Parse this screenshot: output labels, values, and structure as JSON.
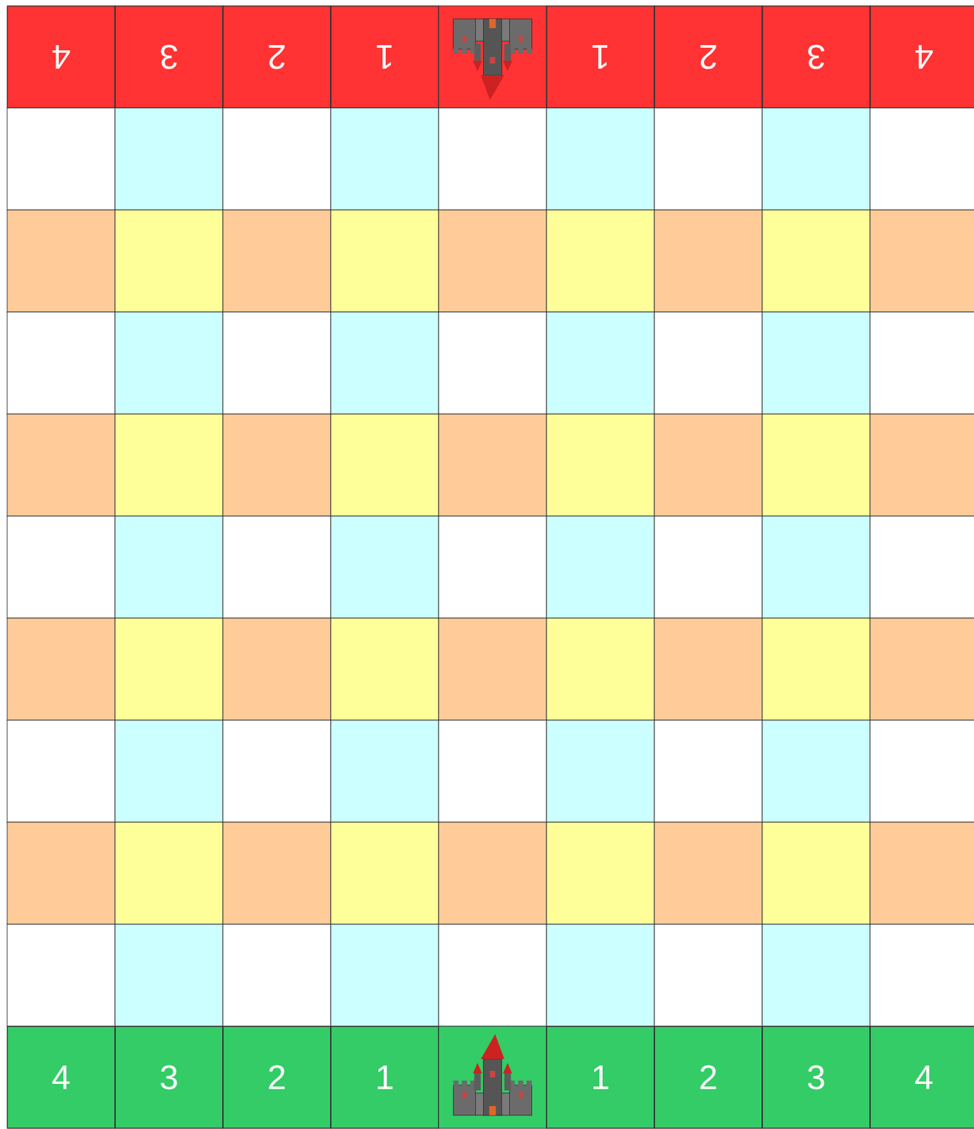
{
  "diagram": {
    "nodes": [
      {
        "text": [
          "4"
        ]
      },
      {
        "text": [
          "3"
        ]
      },
      {
        "text": [
          "2"
        ]
      },
      {
        "text": [
          "1"
        ]
      },
      {
        "text": [
          "1"
        ]
      },
      {
        "text": [
          "2"
        ]
      },
      {
        "text": [
          "3"
        ]
      },
      {
        "text": [
          "4"
        ]
      },
      {
        "text": [
          "4"
        ]
      },
      {
        "text": [
          "3"
        ]
      },
      {
        "text": [
          "2"
        ]
      },
      {
        "text": [
          "1"
        ]
      },
      {
        "text": [
          "1"
        ]
      },
      {
        "text": [
          "2"
        ]
      },
      {
        "text": [
          "3"
        ]
      },
      {
        "text": [
          "4"
        ]
      }
    ]
  }
}
